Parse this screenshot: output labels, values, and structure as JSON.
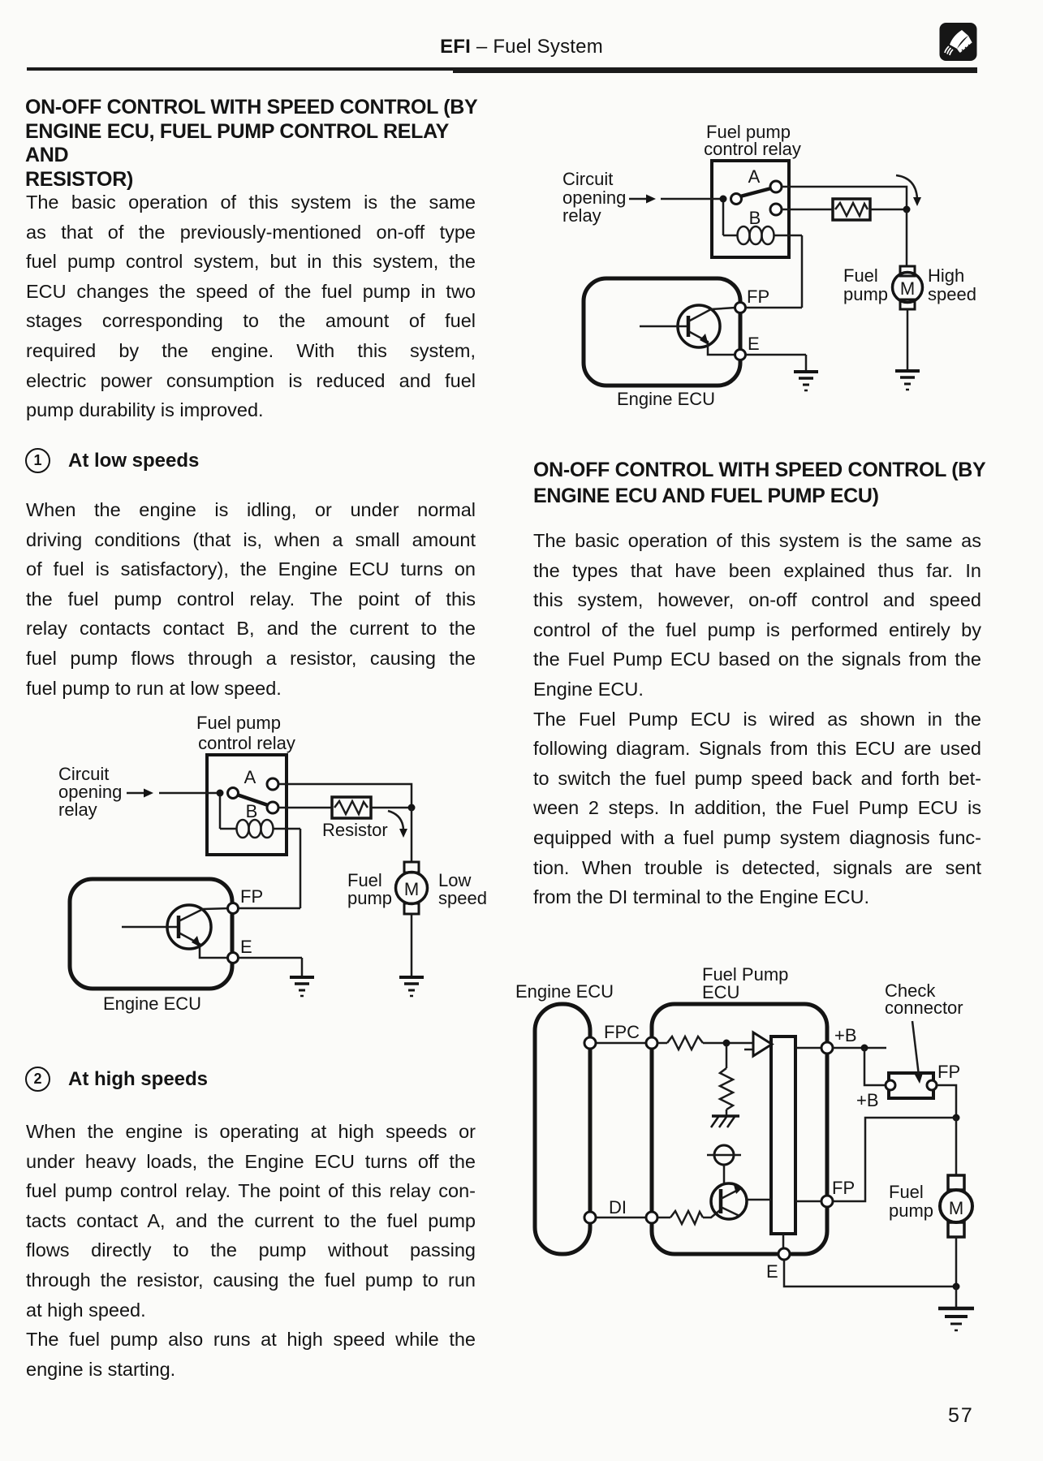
{
  "header": {
    "title_bold": "EFI",
    "title_rest": "– Fuel System"
  },
  "page_number": "57",
  "left": {
    "heading1_lines": [
      "ON-OFF CONTROL WITH SPEED CONTROL (BY",
      "ENGINE ECU, FUEL PUMP CONTROL RELAY AND",
      "RESISTOR)"
    ],
    "para1_lines": [
      "The basic operation of this system is the same",
      "as that of the previously-mentioned on-off type",
      "fuel pump control system, but in this system, the",
      "ECU changes the speed of the fuel pump in two",
      "stages corresponding to the amount of fuel",
      "required by the engine. With this system,",
      "electric power consumption is reduced and fuel",
      "pump durability is improved."
    ],
    "sub1_num": "1",
    "sub1_label": "At low speeds",
    "para2_lines": [
      "When the engine is idling, or under normal",
      "driving conditions (that is, when a small amount",
      "of fuel is satisfactory), the Engine ECU turns on",
      "the fuel pump control relay. The point of this",
      "relay contacts contact B, and the current to the",
      "fuel pump flows through a resistor, causing the",
      "fuel pump to run at low speed."
    ],
    "sub2_num": "2",
    "sub2_label": "At high speeds",
    "para3_lines": [
      "When the engine is operating at high speeds or",
      "under heavy loads, the Engine ECU turns off the",
      "fuel pump control relay. The point of this relay con-",
      "tacts contact A, and the current to the fuel pump",
      "flows directly to the pump without passing",
      "through the resistor, causing the fuel pump to run",
      "at high speed.",
      "The fuel pump also runs at high speed while the",
      "engine is starting."
    ]
  },
  "right": {
    "heading2_lines": [
      "ON-OFF CONTROL WITH SPEED CONTROL (BY",
      "ENGINE ECU AND FUEL PUMP ECU)"
    ],
    "para4_lines": [
      "The basic operation of this system is the same as",
      "the types that have been explained thus far. In",
      "this system, however, on-off control and speed",
      "control of the fuel pump is performed entirely by",
      "the Fuel Pump ECU based on the signals from the",
      "Engine ECU.",
      "The Fuel Pump ECU is wired as shown in the",
      "following diagram. Signals from this ECU are used",
      "to switch the fuel pump speed back and forth bet-",
      "ween 2 steps. In addition, the Fuel Pump ECU is",
      "equipped with a fuel pump system diagnosis func-",
      "tion. When trouble is detected, signals are sent",
      "from the DI terminal to the Engine ECU."
    ]
  },
  "diagram_low": {
    "relay_label_1": "Fuel pump",
    "relay_label_2": "control relay",
    "source_1": "Circuit",
    "source_2": "opening",
    "source_3": "relay",
    "contact_a": "A",
    "contact_b": "B",
    "resistor_label": "Resistor",
    "fp": "FP",
    "e": "E",
    "pump_1": "Fuel",
    "pump_2": "pump",
    "speed_1": "Low",
    "speed_2": "speed",
    "motor": "M",
    "ecu_label": "Engine ECU"
  },
  "diagram_high": {
    "relay_label_1": "Fuel pump",
    "relay_label_2": "control relay",
    "source_1": "Circuit",
    "source_2": "opening",
    "source_3": "relay",
    "contact_a": "A",
    "contact_b": "B",
    "fp": "FP",
    "e": "E",
    "pump_1": "Fuel",
    "pump_2": "pump",
    "speed_1": "High",
    "speed_2": "speed",
    "motor": "M",
    "ecu_label": "Engine ECU"
  },
  "diagram_ecu": {
    "engine_ecu": "Engine ECU",
    "fp_ecu_1": "Fuel Pump",
    "fp_ecu_2": "ECU",
    "check_1": "Check",
    "check_2": "connector",
    "fpc": "FPC",
    "di": "DI",
    "plus_b_out": "+B",
    "plus_b_conn": "+B",
    "fp_conn": "FP",
    "fp_out": "FP",
    "e": "E",
    "pump_1": "Fuel",
    "pump_2": "pump",
    "motor": "M"
  }
}
